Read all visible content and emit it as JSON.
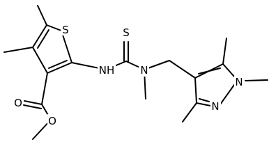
{
  "structure": {
    "atoms": {
      "S_ring": "S",
      "S_thione": "S",
      "NH": "NH",
      "N_methyl": "N",
      "N_pyrazole_1": "N",
      "N_pyrazole_2": "N",
      "O_carbonyl": "O",
      "O_ester": "O"
    }
  },
  "colors": {
    "bond": "#000000",
    "text": "#000000",
    "background": "#ffffff"
  }
}
